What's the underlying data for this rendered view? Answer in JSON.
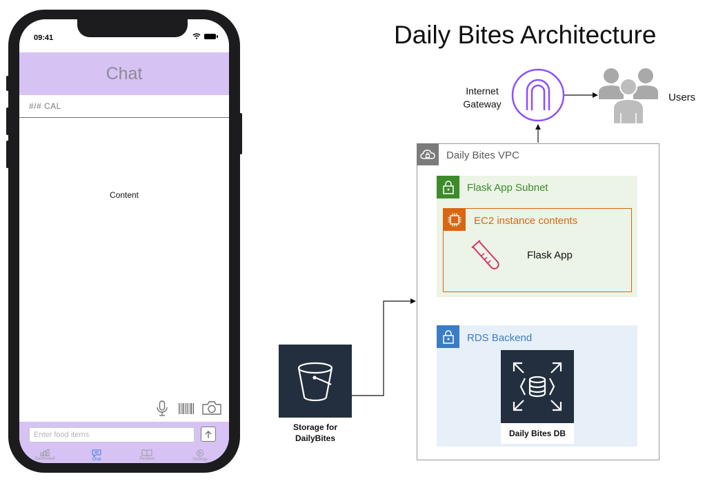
{
  "phone": {
    "status_time": "09:41",
    "header_title": "Chat",
    "cal_text": "#/# CAL",
    "content_text": "Content",
    "input_placeholder": "Enter food items",
    "tabs": [
      {
        "label": "Dashboard",
        "icon": "bar-chart-icon",
        "active": false
      },
      {
        "label": "Chat",
        "icon": "chat-bubble-icon",
        "active": true
      },
      {
        "label": "Recipes",
        "icon": "book-icon",
        "active": false
      },
      {
        "label": "Settings",
        "icon": "settings-icon",
        "active": false
      }
    ],
    "tools": [
      "microphone-icon",
      "barcode-icon",
      "camera-icon"
    ],
    "colors": {
      "accent_purple": "#d7c2f4",
      "active_tab": "#2f7de1"
    }
  },
  "diagram": {
    "title": "Daily Bites Architecture",
    "internet_gateway": "Internet Gateway",
    "users": "Users",
    "vpc": "Daily Bites VPC",
    "subnet": "Flask App Subnet",
    "ec2": "EC2 instance contents",
    "flask_app": "Flask App",
    "rds": "RDS Backend",
    "db": "Daily Bites DB",
    "storage": "Storage for DailyBites",
    "colors": {
      "vpc_gray": "#7b7b7b",
      "subnet_green": "#3d8b2a",
      "ec2_orange": "#d86613",
      "rds_blue": "#3b7dc4",
      "gateway_purple": "#8c4fff",
      "service_dark": "#232f3e"
    }
  }
}
